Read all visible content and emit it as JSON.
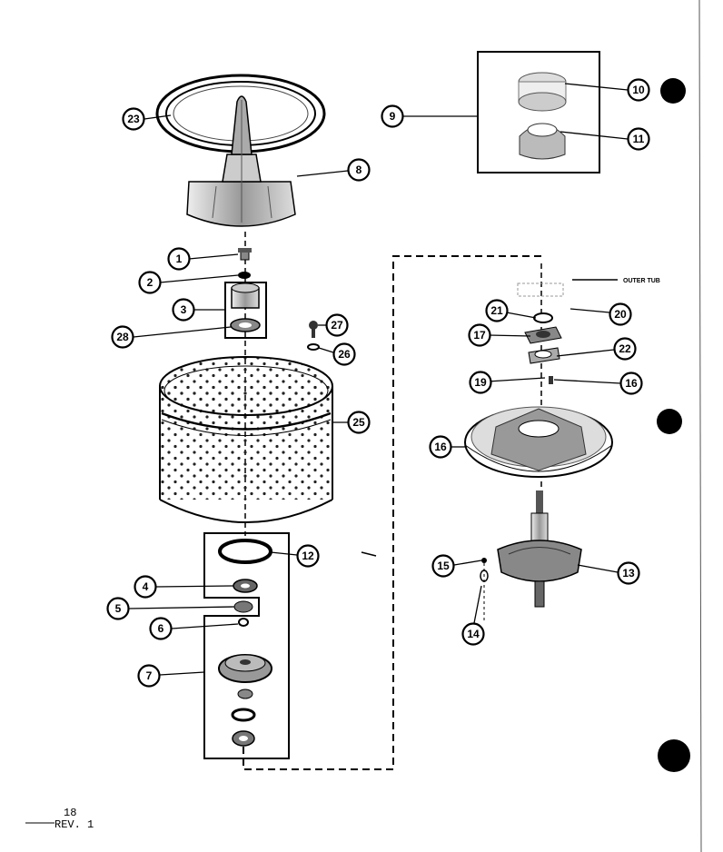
{
  "callouts": [
    {
      "id": "c1",
      "label": "1"
    },
    {
      "id": "c2",
      "label": "2"
    },
    {
      "id": "c3",
      "label": "3"
    },
    {
      "id": "c4",
      "label": "4"
    },
    {
      "id": "c5",
      "label": "5"
    },
    {
      "id": "c6",
      "label": "6"
    },
    {
      "id": "c7",
      "label": "7"
    },
    {
      "id": "c8",
      "label": "8"
    },
    {
      "id": "c9",
      "label": "9"
    },
    {
      "id": "c10",
      "label": "10"
    },
    {
      "id": "c11",
      "label": "11"
    },
    {
      "id": "c12",
      "label": "12"
    },
    {
      "id": "c13",
      "label": "13"
    },
    {
      "id": "c14",
      "label": "14"
    },
    {
      "id": "c15",
      "label": "15"
    },
    {
      "id": "c16a",
      "label": "16"
    },
    {
      "id": "c16b",
      "label": "16"
    },
    {
      "id": "c17",
      "label": "17"
    },
    {
      "id": "c19",
      "label": "19"
    },
    {
      "id": "c20",
      "label": "20"
    },
    {
      "id": "c21",
      "label": "21"
    },
    {
      "id": "c22",
      "label": "22"
    },
    {
      "id": "c23",
      "label": "23"
    },
    {
      "id": "c25",
      "label": "25"
    },
    {
      "id": "c26",
      "label": "26"
    },
    {
      "id": "c27",
      "label": "27"
    },
    {
      "id": "c28",
      "label": "28"
    }
  ],
  "outer_tub_label": "OUTER TUB",
  "footer": {
    "page": "18",
    "revision": "REV. 1"
  }
}
